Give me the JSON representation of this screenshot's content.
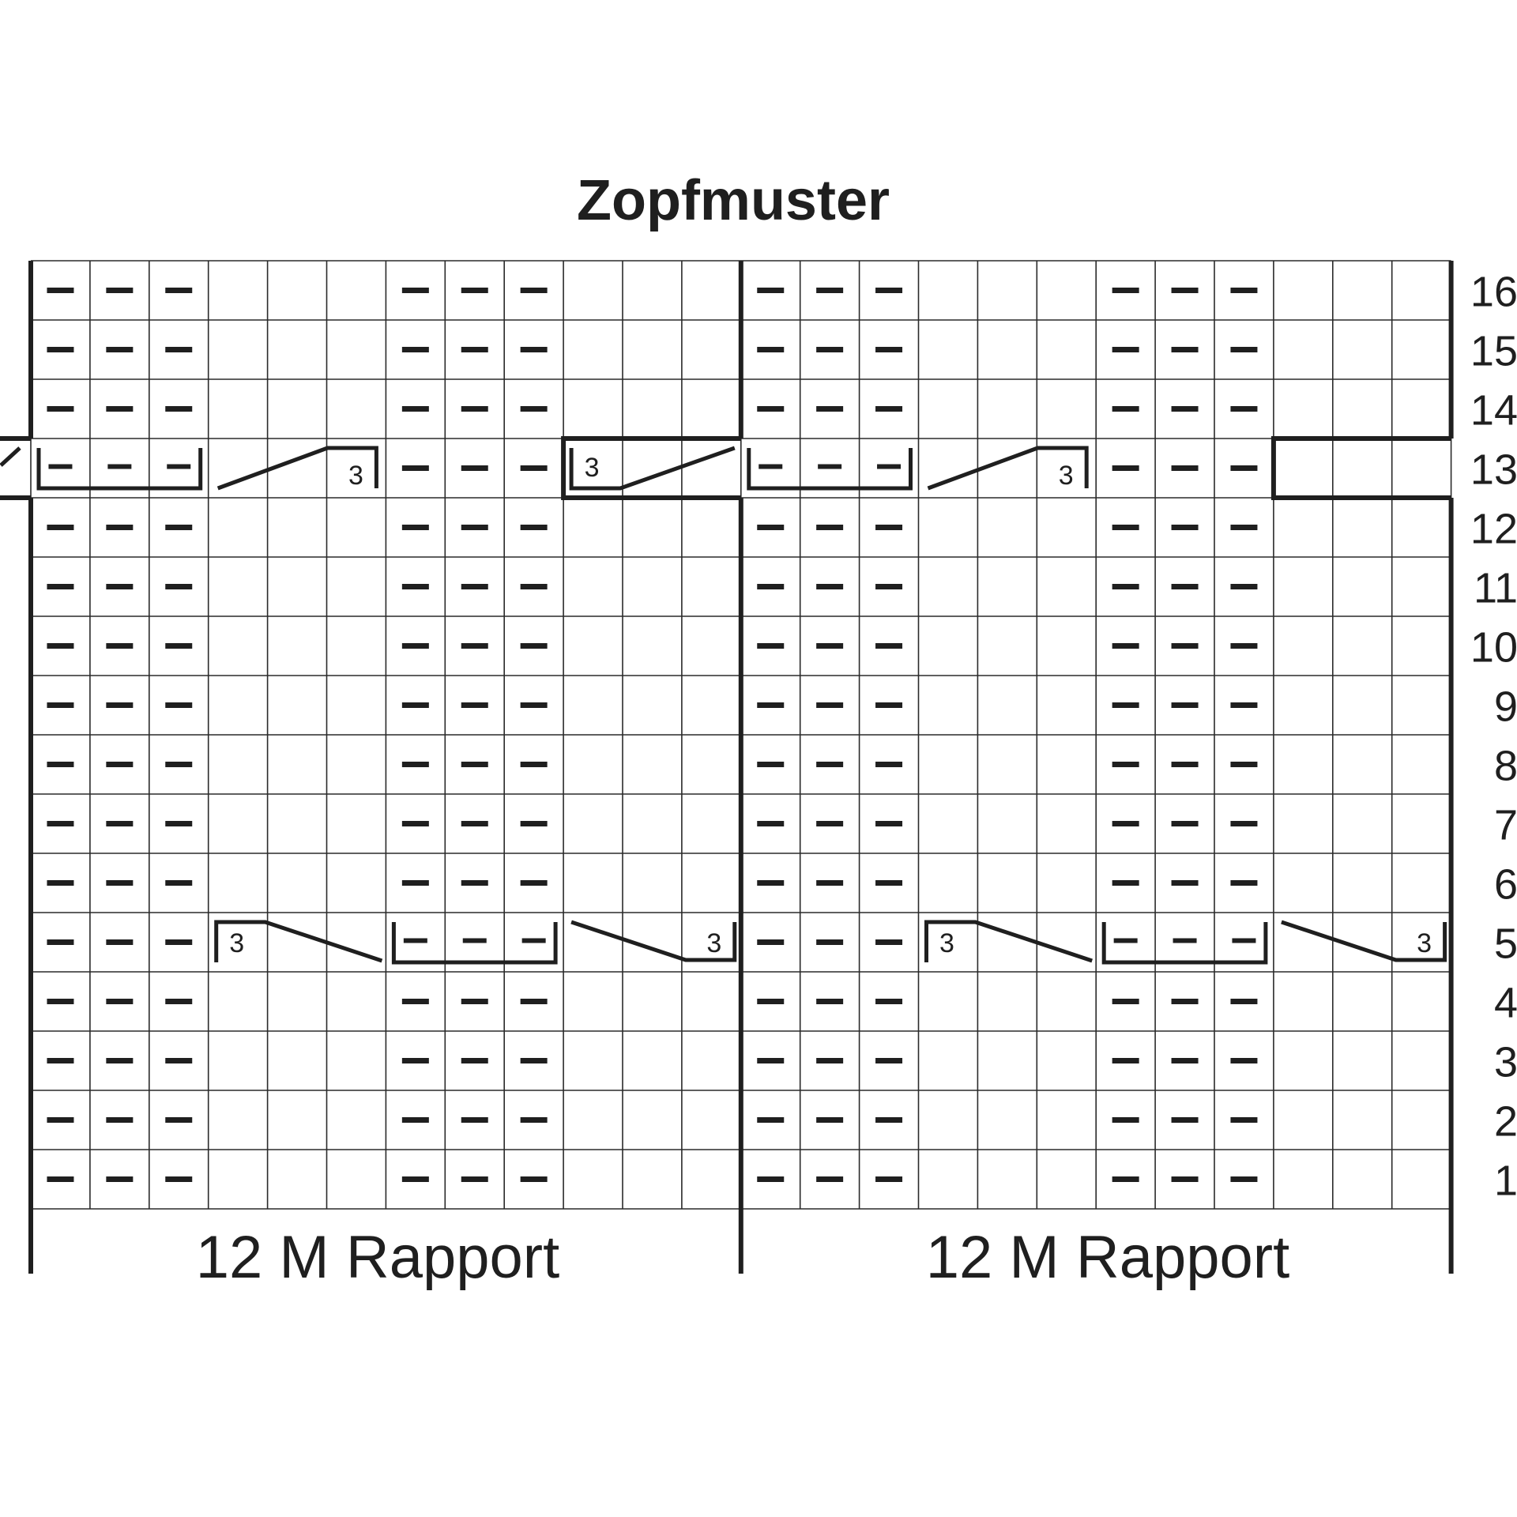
{
  "title": "Zopfmuster",
  "row_numbers": [
    "1",
    "2",
    "3",
    "4",
    "5",
    "6",
    "7",
    "8",
    "9",
    "10",
    "11",
    "12",
    "13",
    "14",
    "15",
    "16"
  ],
  "repeat_labels": [
    "12 M Rapport",
    "12 M Rapport"
  ],
  "cable_count_label": "3",
  "colors": {
    "ink": "#1f1f1f",
    "grid": "#2a2a2a",
    "background": "#ffffff"
  },
  "chart_data": {
    "type": "table",
    "title": "Zopfmuster",
    "rows": 16,
    "columns": 24,
    "stitches_per_repeat": 12,
    "repeats_shown": 2,
    "symbols": {
      "purl": "–",
      "knit": "blank"
    },
    "purl_columns_in_repeat": [
      1,
      2,
      3,
      7,
      8,
      9
    ],
    "cable_rows": [
      {
        "row": 5,
        "cables": [
          {
            "type": "cable-right-3",
            "columns": [
              4,
              6
            ]
          },
          {
            "type": "purl-group-bracket",
            "columns": [
              7,
              9
            ]
          },
          {
            "type": "cable-left-3",
            "columns": [
              10,
              12
            ]
          }
        ]
      },
      {
        "row": 13,
        "cables": [
          {
            "type": "purl-group-bracket",
            "columns": [
              1,
              3
            ]
          },
          {
            "type": "cable-across-3",
            "columns": [
              4,
              6
            ]
          },
          {
            "type": "cable-across-3-reverse",
            "columns": [
              10,
              12
            ]
          }
        ]
      }
    ]
  }
}
